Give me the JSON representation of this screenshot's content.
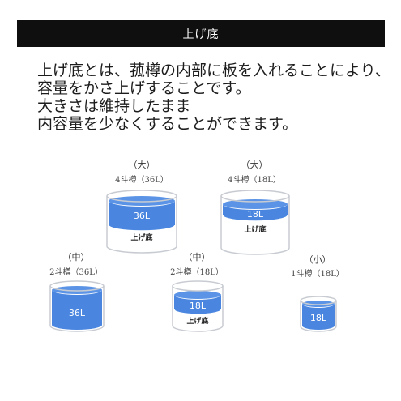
{
  "header": {
    "title": "上げ底"
  },
  "intro": {
    "lines": [
      "上げ底とは、菰樽の内部に板を入れることにより、",
      "容量をかさ上げすることです。",
      "大きさは維持したまま",
      "内容量を少なくすることができます。"
    ]
  },
  "barrels": [
    {
      "size_label": "（大）",
      "cap_label": "4斗樽（36L）",
      "volume": "36L",
      "board": "上げ底"
    },
    {
      "size_label": "（大）",
      "cap_label": "4斗樽（18L）",
      "volume": "18L",
      "board": "上げ底"
    },
    {
      "size_label": "（中）",
      "cap_label": "2斗樽（36L）",
      "volume": "36L"
    },
    {
      "size_label": "（中）",
      "cap_label": "2斗樽（18L）",
      "volume": "18L",
      "board": "上げ底"
    },
    {
      "size_label": "（小）",
      "cap_label": "1斗樽（18L）",
      "volume": "18L"
    }
  ],
  "colors": {
    "water": "#4a86e0",
    "water_dark": "#3a6fc4",
    "rim": "#c8ccd2",
    "board": "#ffffff",
    "header_bg": "#0f0f0f"
  }
}
